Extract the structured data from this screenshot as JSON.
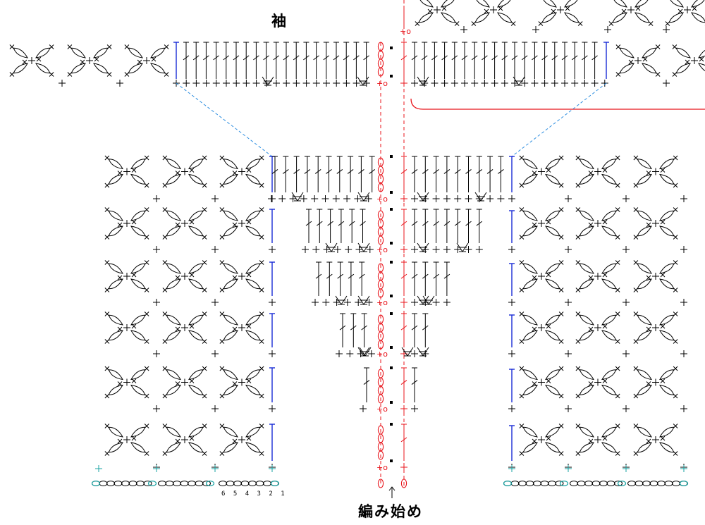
{
  "labels": {
    "sleeve": "袖",
    "start": "編み始め"
  },
  "stitch_counts": [
    "6",
    "5",
    "4",
    "3",
    "2",
    "1"
  ],
  "symbols": {
    "single_crochet": "+",
    "chain_turn": "+o",
    "arrow": "up-arrow-icon"
  },
  "colors": {
    "stitch": "#000000",
    "center": "#e8141b",
    "edge": "#1a2cd6",
    "chain_accent": "#1aa3a3",
    "guide": "#2f8fe0"
  }
}
